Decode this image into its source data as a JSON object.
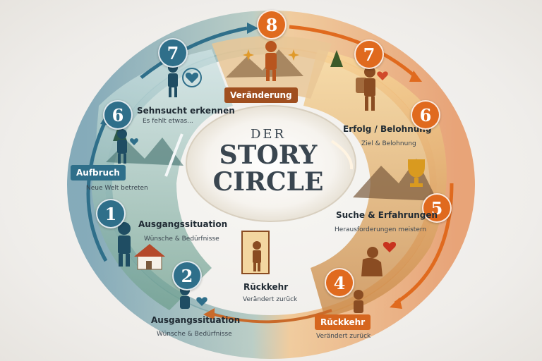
{
  "title": {
    "line1": "DER",
    "line2": "STORY",
    "line3": "CIRCLE"
  },
  "colors": {
    "teal": "#2f6f8a",
    "orange": "#e06a1e",
    "brown": "#a04f1f"
  },
  "steps": {
    "top": {
      "number": "8",
      "title": "Veränderung"
    },
    "left_upper": {
      "number": "7",
      "title": "Sehnsucht erkennen",
      "subtitle": "Es fehlt etwas..."
    },
    "left_mid": {
      "number": "6",
      "title": "Aufbruch",
      "subtitle": "Neue Welt betreten"
    },
    "left_low": {
      "number": "1",
      "title": "Ausgangssituation",
      "subtitle": "Wünsche & Bedürfnisse"
    },
    "bottom_left": {
      "number": "2",
      "title": "Ausgangssituation",
      "subtitle": "Wünsche & Bedürfnisse"
    },
    "bottom_mid": {
      "title": "Rückkehr",
      "subtitle": "Verändert zurück"
    },
    "right_upper": {
      "number": "7",
      "title": "Erfolg / Belohnung",
      "subtitle": "Ziel & Belohnung"
    },
    "right_mid": {
      "number": "6"
    },
    "right_low": {
      "number": "5",
      "title": "Suche & Erfahrungen",
      "subtitle": "Herausforderungen meistern"
    },
    "bottom_right": {
      "number": "4",
      "title": "Rückkehr",
      "subtitle": "Verändert zurück"
    }
  }
}
